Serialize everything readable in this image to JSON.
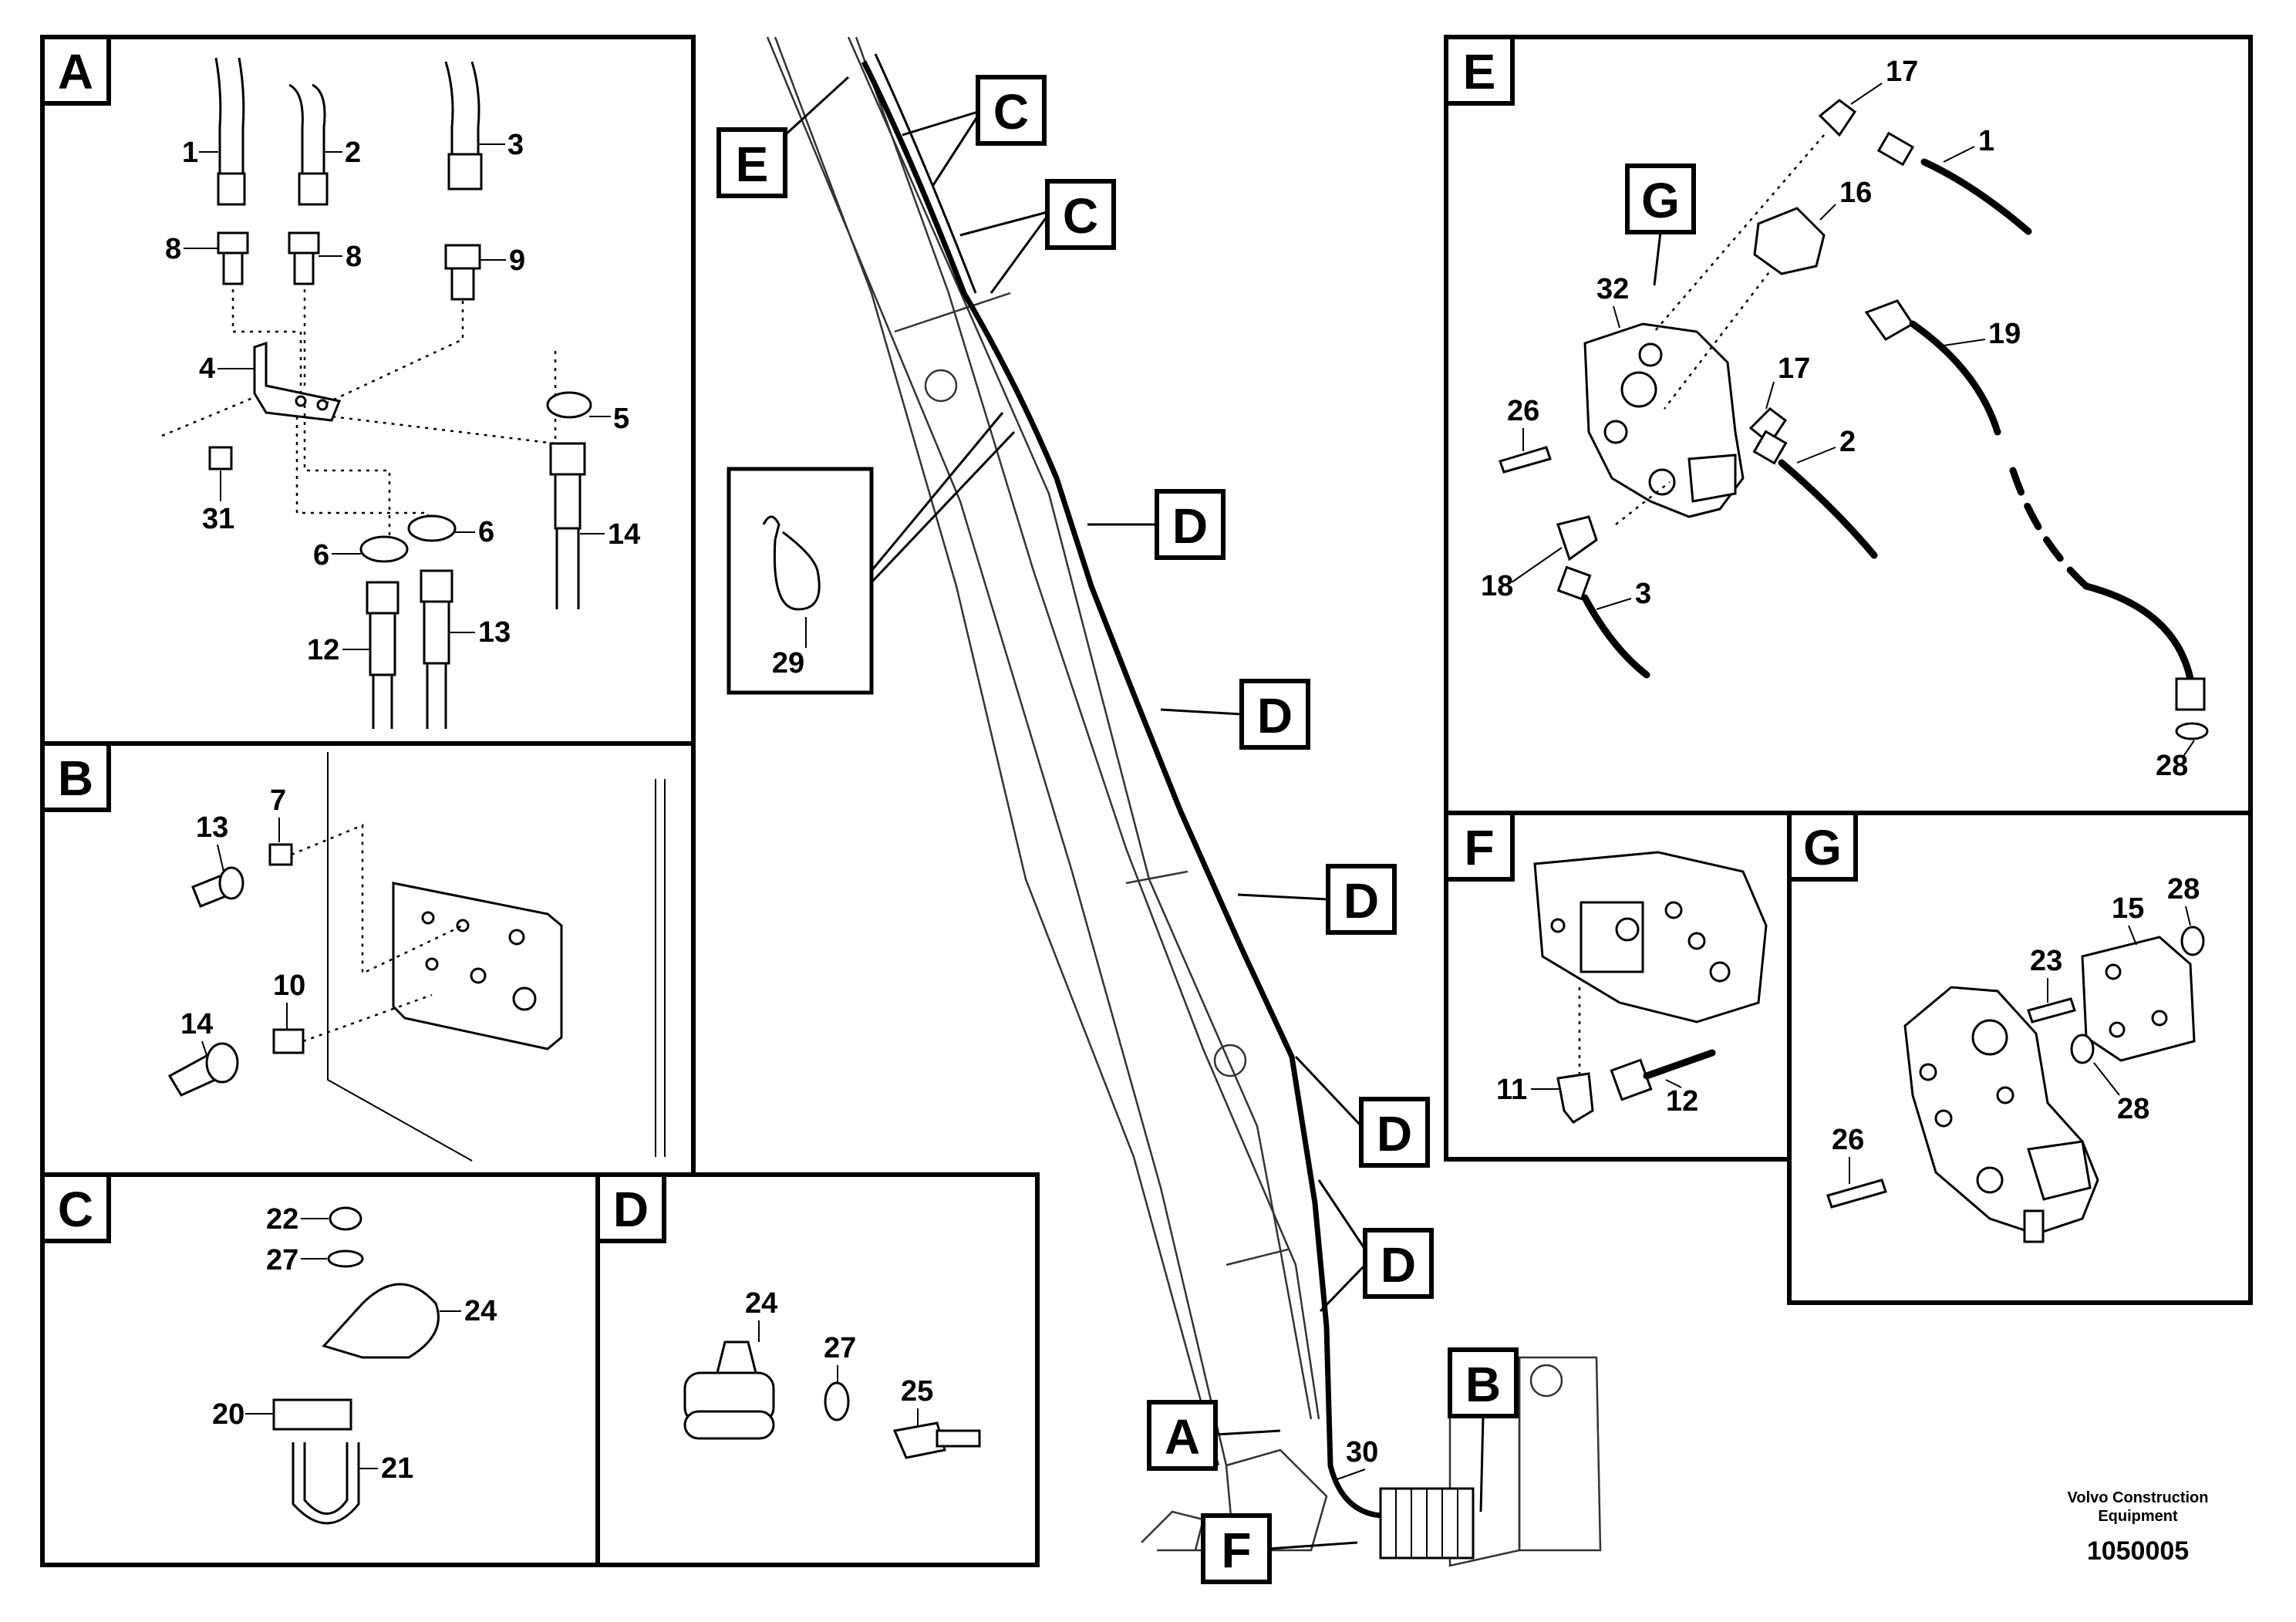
{
  "panels": {
    "A": {
      "label": "A",
      "callouts": [
        "1",
        "2",
        "3",
        "8",
        "8",
        "9",
        "4",
        "5",
        "31",
        "6",
        "6",
        "14",
        "12",
        "13"
      ]
    },
    "B": {
      "label": "B",
      "callouts": [
        "13",
        "7",
        "14",
        "10"
      ]
    },
    "C": {
      "label": "C",
      "callouts": [
        "22",
        "27",
        "24",
        "20",
        "21"
      ]
    },
    "D": {
      "label": "D",
      "callouts": [
        "24",
        "27",
        "25"
      ]
    },
    "E": {
      "label": "E",
      "callouts": [
        "17",
        "1",
        "16",
        "32",
        "19",
        "17",
        "26",
        "2",
        "18",
        "3",
        "28"
      ]
    },
    "F": {
      "label": "F",
      "callouts": [
        "11",
        "12"
      ]
    },
    "G": {
      "label": "G",
      "callouts": [
        "15",
        "28",
        "23",
        "28",
        "26"
      ]
    }
  },
  "boom_callouts": {
    "E": "E",
    "C1": "C",
    "C2": "C",
    "tie": "29",
    "D1": "D",
    "D2": "D",
    "D3": "D",
    "D4": "D",
    "D5": "D",
    "A": "A",
    "B": "B",
    "F": "F",
    "G": "G",
    "hose": "30"
  },
  "footer": {
    "maker_line1": "Volvo Construction",
    "maker_line2": "Equipment",
    "doc_number": "1050005"
  }
}
